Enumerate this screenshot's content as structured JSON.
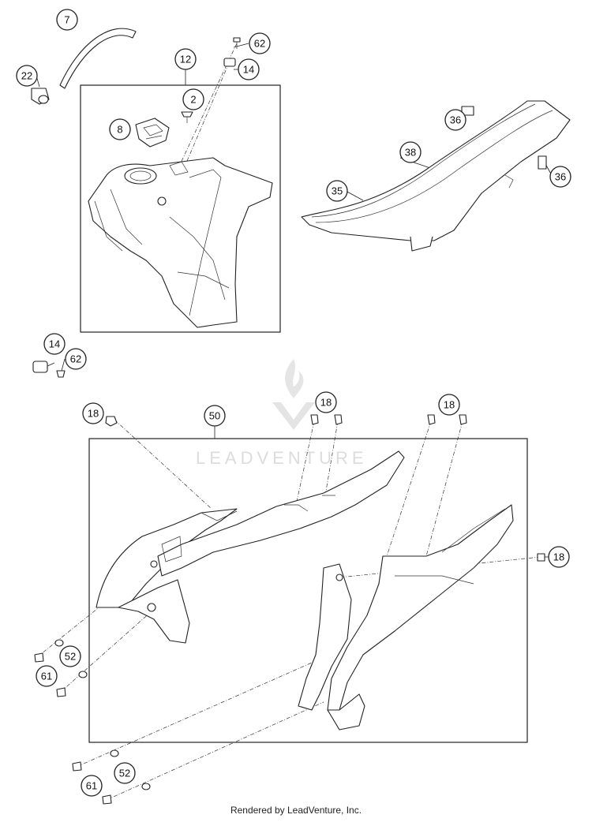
{
  "watermark": {
    "brand": "LEADVENTURE"
  },
  "footer": {
    "text": "Rendered by LeadVenture, Inc."
  },
  "callouts": {
    "c7": "7",
    "c22": "22",
    "c62a": "62",
    "c12": "12",
    "c14a": "14",
    "c2": "2",
    "c8": "8",
    "c36a": "36",
    "c38": "38",
    "c36b": "36",
    "c35": "35",
    "c14b": "14",
    "c62b": "62",
    "c18a": "18",
    "c50": "50",
    "c18b": "18",
    "c18c": "18",
    "c18d": "18",
    "c52a": "52",
    "c61a": "61",
    "c52b": "52",
    "c61b": "61"
  }
}
